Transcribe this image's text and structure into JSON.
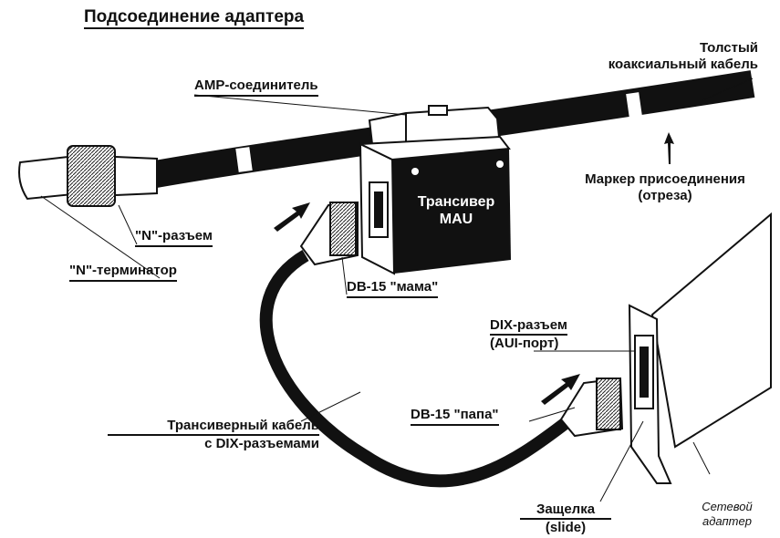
{
  "title": "Подсоединение адаптера",
  "labels": {
    "thick_cable_1": "Толстый",
    "thick_cable_2": "коаксиальный кабель",
    "amp": "AMP-соединитель",
    "transceiver_1": "Трансивер",
    "transceiver_2": "MAU",
    "marker_1": "Маркер присоединения",
    "marker_2": "(отреза)",
    "n_connector": "\"N\"-разъем",
    "n_terminator": "\"N\"-терминатор",
    "db15_female": "DB-15 \"мама\"",
    "dix_port_1": "DIX-разъем",
    "dix_port_2": "(AUI-порт)",
    "db15_male": "DB-15 \"папа\"",
    "xcvr_cable_1": "Трансиверный кабель",
    "xcvr_cable_2": "с DIX-разъемами",
    "latch_1": "Защелка",
    "latch_2": "(slide)",
    "adapter_1": "Сетевой",
    "adapter_2": "адаптер"
  },
  "colors": {
    "ink": "#111111",
    "paper": "#ffffff",
    "shade": "#d8d8d8"
  },
  "icons": [
    "arrow-right-icon",
    "arrow-up-icon"
  ]
}
